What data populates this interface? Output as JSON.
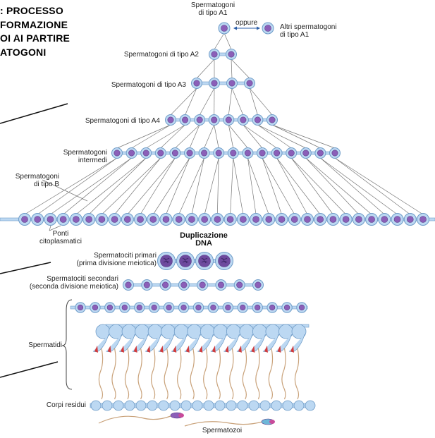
{
  "title_lines": [
    ": PROCESSO",
    "FORMAZIONE",
    "OI AI PARTIRE",
    "ATOGONI"
  ],
  "labels": {
    "a1_line1": "Spermatogoni",
    "a1_line2": "di tipo A1",
    "oppure": "oppure",
    "altri_line1": "Altri spermatogoni",
    "altri_line2": "di tipo A1",
    "a2": "Spermatogoni di tipo A2",
    "a3": "Spermatogoni di tipo A3",
    "a4": "Spermatogoni di tipo A4",
    "intermedi_line1": "Spermatogoni",
    "intermedi_line2": "intermedi",
    "tipo_b_line1": "Spermatogoni",
    "tipo_b_line2": "di tipo B",
    "ponti_line1": "Ponti",
    "ponti_line2": "citoplasmatici",
    "dup_line1": "Duplicazione",
    "dup_line2": "DNA",
    "primari_line1": "Spermatociti primari",
    "primari_line2": "(prima divisione meiotica)",
    "secondari_line1": "Spermatociti secondari",
    "secondari_line2": "(seconda divisione meiotica)",
    "spermatidi": "Spermatidi",
    "corpi": "Corpi residui",
    "spermatozoi": "Spermatozoi"
  },
  "colors": {
    "cell_fill": "#bcd8f2",
    "cell_stroke": "#6f9cc8",
    "nucleus": "#8b5fb8",
    "nucleus_stroke": "#5d3d8a",
    "line": "#777777",
    "tail": "#c9a27a",
    "acrosome": "#d43a3a"
  }
}
